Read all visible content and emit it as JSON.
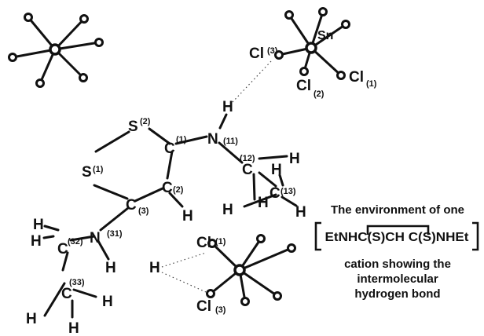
{
  "diagram": {
    "atoms": {
      "s2": "S",
      "s2_idx": "(2)",
      "s1": "S",
      "s1_idx": "(1)",
      "c1": "C",
      "c1_idx": "(1)",
      "c2": "C",
      "c2_idx": "(2)",
      "c3": "C",
      "c3_idx": "(3)",
      "n11": "N",
      "n11_idx": "(11)",
      "n31": "N",
      "n31_idx": "(31)",
      "c12": "C",
      "c12_idx": "(12)",
      "c13": "C",
      "c13_idx": "(13)",
      "c32": "C",
      "c32_idx": "(32)",
      "c33": "C",
      "c33_idx": "(33)",
      "h": "H",
      "sn": "Sn",
      "cl": "Cl",
      "cl3_top_idx": "(3)",
      "cl2_top_idx": "(2)",
      "cl1_top_idx": "(1)",
      "cl1_bot_idx": "(1)",
      "cl3_bot_idx": "(3)"
    },
    "caption": {
      "line1": "The environment of one",
      "formula": "EtNHC(S)CH C(S)NHEt",
      "line2": "cation showing the",
      "line3": "intermolecular",
      "line4": "hydrogen bond"
    }
  }
}
